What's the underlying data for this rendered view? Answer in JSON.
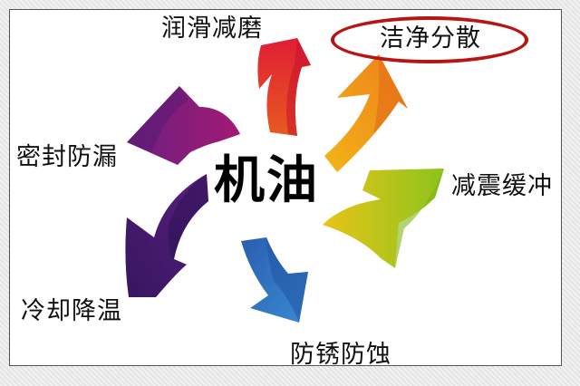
{
  "diagram": {
    "center_title": "机油",
    "functions": [
      {
        "id": "lubrication",
        "label": "润滑减磨",
        "color": "#e2252d"
      },
      {
        "id": "cleaning",
        "label": "洁净分散",
        "color": "#f08a1c",
        "highlighted": true
      },
      {
        "id": "damping",
        "label": "减震缓冲",
        "color": "#9cc61a"
      },
      {
        "id": "anticorrosion",
        "label": "防锈防蚀",
        "color": "#2f6fc0"
      },
      {
        "id": "cooling",
        "label": "冷却降温",
        "color": "#3f1a6a"
      },
      {
        "id": "sealing",
        "label": "密封防漏",
        "color": "#8a1f86"
      }
    ],
    "highlight": {
      "target": "洁净分散",
      "color": "#b81414"
    }
  }
}
